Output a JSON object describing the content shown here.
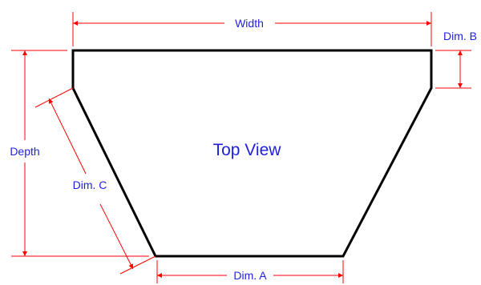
{
  "diagram": {
    "view_label": "Top View",
    "dimensions": {
      "width": "Width",
      "depth": "Depth",
      "dim_a": "Dim. A",
      "dim_b": "Dim. B",
      "dim_c": "Dim. C"
    }
  },
  "colors": {
    "outline": "#000000",
    "dimension_line": "#ff0000",
    "dimension_text": "#1f1fe0"
  }
}
